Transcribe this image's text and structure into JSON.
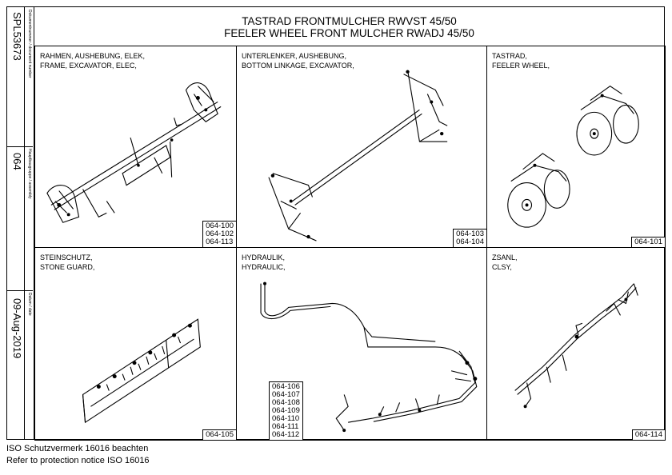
{
  "sidebar": {
    "document_number_label": "Dokumentnummer / document number",
    "document_number": "SPL53673",
    "assembly_label": "Hauptbaugruppe / assembly",
    "assembly": "064",
    "date_label": "Datum / date",
    "date": "09-Aug-2019"
  },
  "title": {
    "line1": "TASTRAD FRONTMULCHER RWVST 45/50",
    "line2": "FEELER WHEEL FRONT MULCHER RWADJ 45/50"
  },
  "cells": [
    {
      "id": "frame",
      "title_de": "RAHMEN, AUSHEBUNG, ELEK,",
      "title_en": "FRAME, EXCAVATOR, ELEC,",
      "parts": [
        "064-100",
        "064-102",
        "064-113"
      ],
      "icon": "frame-excavator-drawing-icon"
    },
    {
      "id": "bottom-linkage",
      "title_de": "UNTERLENKER, AUSHEBUNG,",
      "title_en": "BOTTOM LINKAGE, EXCAVATOR,",
      "parts": [
        "064-103",
        "064-104"
      ],
      "icon": "bottom-linkage-drawing-icon"
    },
    {
      "id": "feeler-wheel",
      "title_de": "TASTRAD,",
      "title_en": "FEELER WHEEL,",
      "parts": [
        "064-101"
      ],
      "icon": "feeler-wheel-drawing-icon"
    },
    {
      "id": "stone-guard",
      "title_de": "STEINSCHUTZ,",
      "title_en": "STONE GUARD,",
      "parts": [
        "064-105"
      ],
      "icon": "stone-guard-drawing-icon"
    },
    {
      "id": "hydraulic",
      "title_de": "HYDRAULIK,",
      "title_en": "HYDRAULIC,",
      "parts": [
        "064-106",
        "064-107",
        "064-108",
        "064-109",
        "064-110",
        "064-111",
        "064-112"
      ],
      "icon": "hydraulic-lines-drawing-icon"
    },
    {
      "id": "clsy",
      "title_de": "ZSANL,",
      "title_en": "CLSY,",
      "parts": [
        "064-114"
      ],
      "icon": "clsy-wiring-drawing-icon"
    }
  ],
  "footer": {
    "line1": "ISO Schutzvermerk 16016 beachten",
    "line2": "Refer to protection notice ISO 16016"
  }
}
